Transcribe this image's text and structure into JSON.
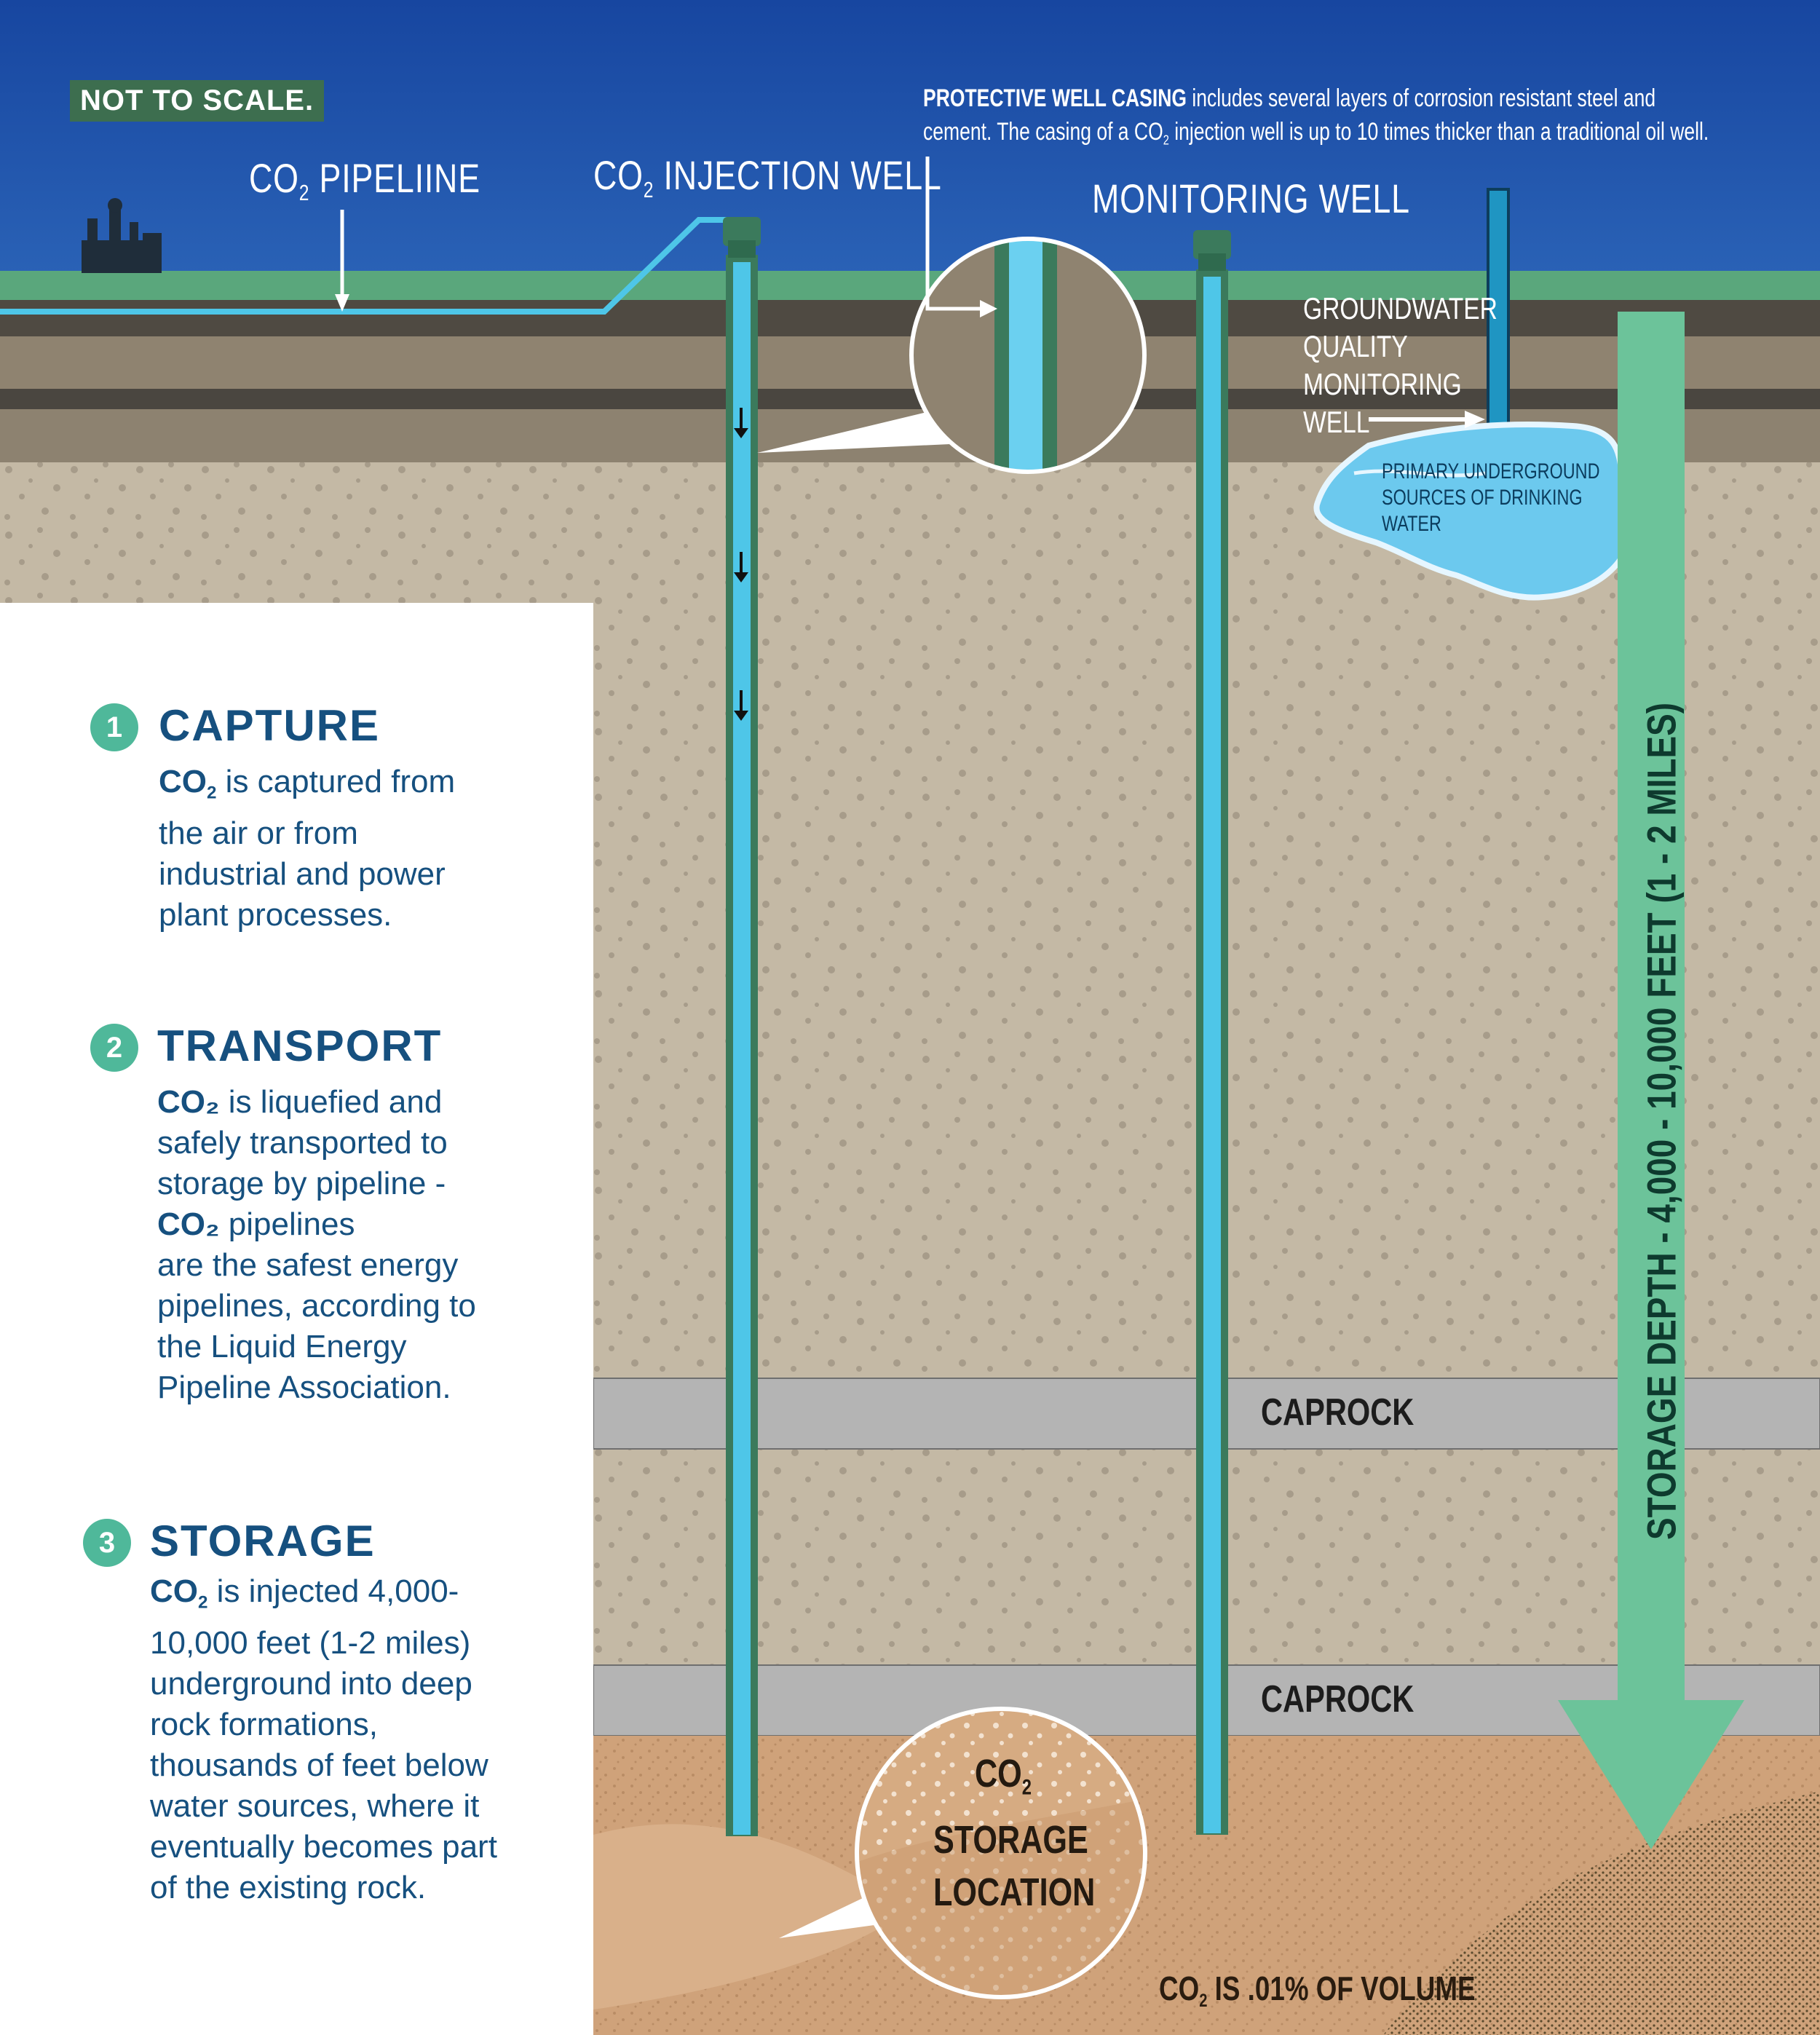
{
  "header": {
    "not_to_scale": "NOT TO SCALE."
  },
  "labels": {
    "pipeline_prefix": "CO",
    "pipeline_sub": "2",
    "pipeline_suffix": " PIPELIINE",
    "injection_prefix": "CO",
    "injection_sub": "2",
    "injection_suffix": " INJECTION WELL",
    "monitoring_well": "MONITORING WELL",
    "casing_bold": "PROTECTIVE WELL CASING",
    "casing_line1_rest": " includes several layers of corrosion resistant steel and",
    "casing_line2_a": "cement. The casing of a CO",
    "casing_line2_sub": "2",
    "casing_line2_b": " injection well is up to 10 times thicker than a traditional oil well.",
    "groundwater_lines": [
      "GROUNDWATER",
      "QUALITY",
      "MONITORING",
      "WELL"
    ],
    "usdw_lines": [
      "PRIMARY UNDERGROUND",
      "SOURCES OF DRINKING",
      "WATER"
    ],
    "storage_depth": "STORAGE DEPTH - 4,000 - 10,000 FEET (1 - 2 MILES)",
    "caprock_1": "CAPROCK",
    "caprock_2": "CAPROCK",
    "storage_location_prefix": "CO",
    "storage_location_sub": "2",
    "storage_location_line1_rest": " STORAGE",
    "storage_location_line2": "LOCATION",
    "volume_prefix": "CO",
    "volume_sub": "2",
    "volume_rest": " IS .01% OF VOLUME"
  },
  "steps": [
    {
      "number": "1",
      "title": "CAPTURE",
      "co2": "CO",
      "co2_sub": "2",
      "body_first": " is captured from",
      "body_rest": [
        "the air or from",
        "industrial and power",
        "plant processes."
      ]
    },
    {
      "number": "2",
      "title": "TRANSPORT",
      "line1_co2": "CO₂",
      "line1_rest": " is liquefied and",
      "line2": "safely transported to",
      "line3": "storage by pipeline -",
      "line4_co2": "CO₂",
      "line4_rest": " pipelines",
      "body_rest": [
        "are the safest energy",
        "pipelines, according to",
        "the Liquid Energy",
        "Pipeline Association."
      ]
    },
    {
      "number": "3",
      "title": "STORAGE",
      "co2": "CO",
      "co2_sub": "2",
      "body_first": " is injected 4,000-",
      "body_rest": [
        "10,000 feet (1-2 miles)",
        "underground into deep",
        "rock formations,",
        "thousands of feet below",
        "water sources, where it",
        "eventually becomes part",
        "of the existing rock."
      ]
    }
  ],
  "colors": {
    "sky": "#1d4fa0",
    "ground_green": "#5aa77c",
    "pipe_blue": "#4ec6e8",
    "well_green": "#3b7a5c",
    "arrow_green": "#6cc39a",
    "caprock": "#b4b4b4",
    "storage_sand": "#cfa27a",
    "text_blue": "#16507f"
  }
}
